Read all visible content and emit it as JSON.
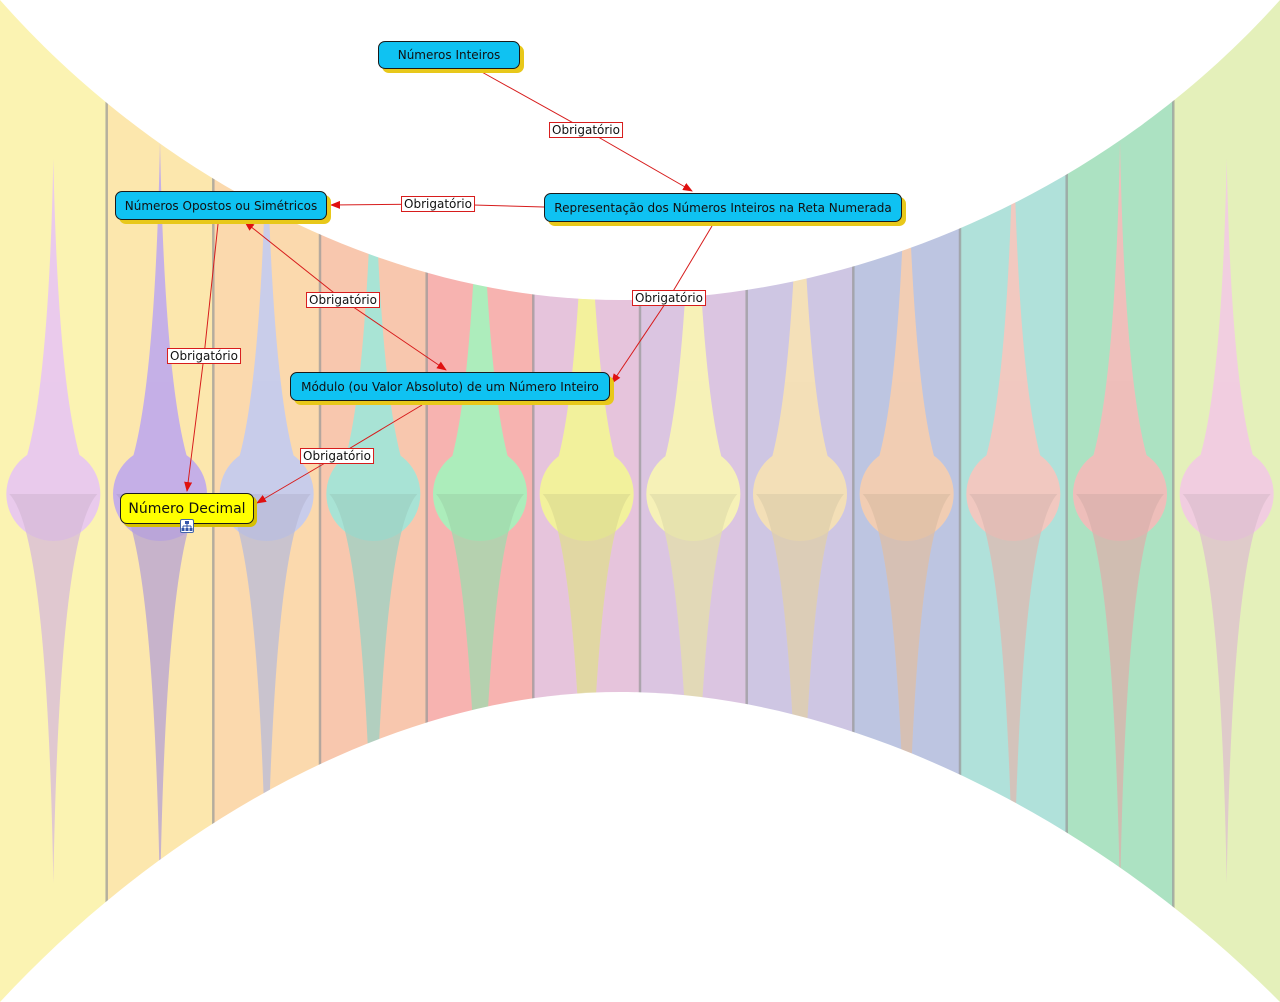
{
  "colors": {
    "concept_fill": "#0fc2f2",
    "decimal_fill": "#ffff00",
    "shadow": "#e8c81a",
    "link": "#d71c1c",
    "stripes": [
      "#fbf2a8",
      "#fce4a2",
      "#fbd4a2",
      "#f8c0a3",
      "#f6a9a6",
      "#e3bcd8",
      "#d7bedd",
      "#c8bfe0",
      "#b4bedd",
      "#a5ddd5",
      "#a1deba",
      "#e1eeb1"
    ],
    "flames": [
      "#e3bbf6",
      "#b39af0",
      "#b7c3f5",
      "#8ee6d8",
      "#93f7b5",
      "#f4f883",
      "#fbf9a6",
      "#fae1a6",
      "#fbc9a0",
      "#fcbdb3",
      "#fab0b0",
      "#f2c1e4"
    ]
  },
  "nodes": [
    {
      "id": "inteiros",
      "label": "Números Inteiros"
    },
    {
      "id": "representacao",
      "label": "Representação dos Números Inteiros na Reta Numerada"
    },
    {
      "id": "opostos",
      "label": "Números Opostos ou Simétricos"
    },
    {
      "id": "modulo",
      "label": "Módulo (ou Valor Absoluto) de um Número Inteiro"
    },
    {
      "id": "decimal",
      "label": "Número Decimal"
    }
  ],
  "links": [
    {
      "from": "inteiros",
      "to": "representacao",
      "label": "Obrigatório"
    },
    {
      "from": "representacao",
      "to": "opostos",
      "label": "Obrigatório"
    },
    {
      "from": "representacao",
      "to": "modulo",
      "label": "Obrigatório"
    },
    {
      "from": "opostos",
      "to": "modulo",
      "label": "Obrigatório",
      "bidirectional": true
    },
    {
      "from": "opostos",
      "to": "decimal",
      "label": "Obrigatório"
    },
    {
      "from": "modulo",
      "to": "decimal",
      "label": "Obrigatório"
    }
  ],
  "icons": {
    "submap": "concept-map-icon"
  }
}
